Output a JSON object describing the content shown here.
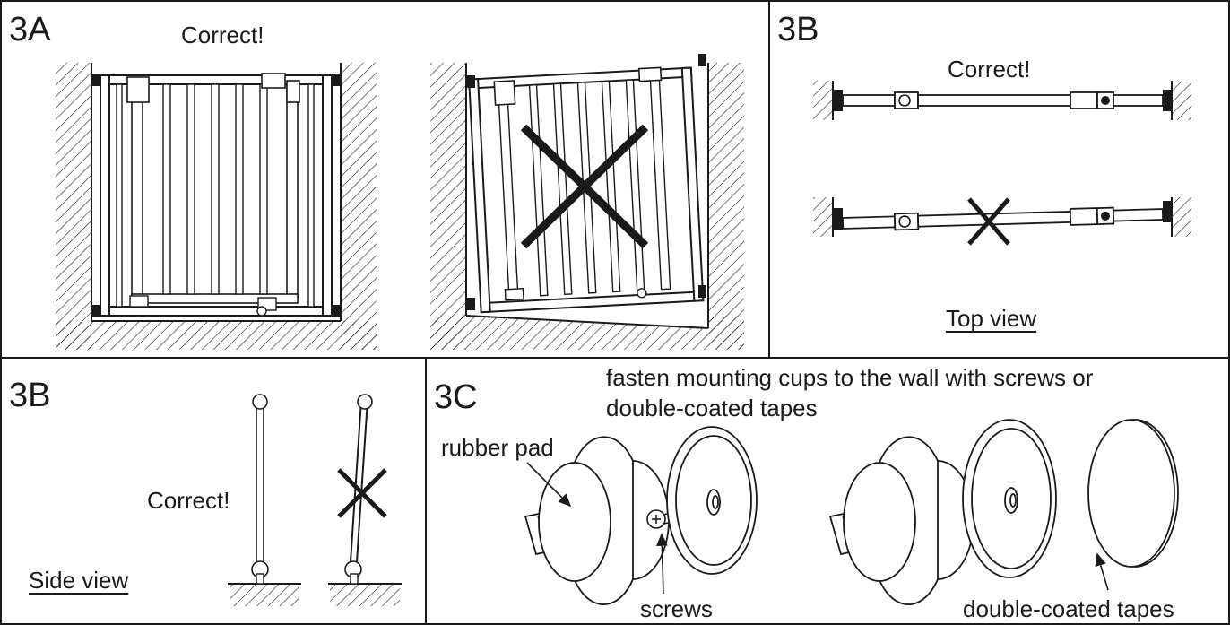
{
  "panel_3a": {
    "label": "3A",
    "correct_text": "Correct!"
  },
  "panel_3b_top": {
    "label": "3B",
    "correct_text": "Correct!",
    "view_text": "Top view"
  },
  "panel_3b_side": {
    "label": "3B",
    "correct_text": "Correct!",
    "view_text": "Side view"
  },
  "panel_3c": {
    "label": "3C",
    "instruction_line1": "fasten mounting cups to the wall with screws or",
    "instruction_line2": "double-coated tapes",
    "rubber_pad_label": "rubber pad",
    "screws_label": "screws",
    "tapes_label": "double-coated tapes"
  }
}
